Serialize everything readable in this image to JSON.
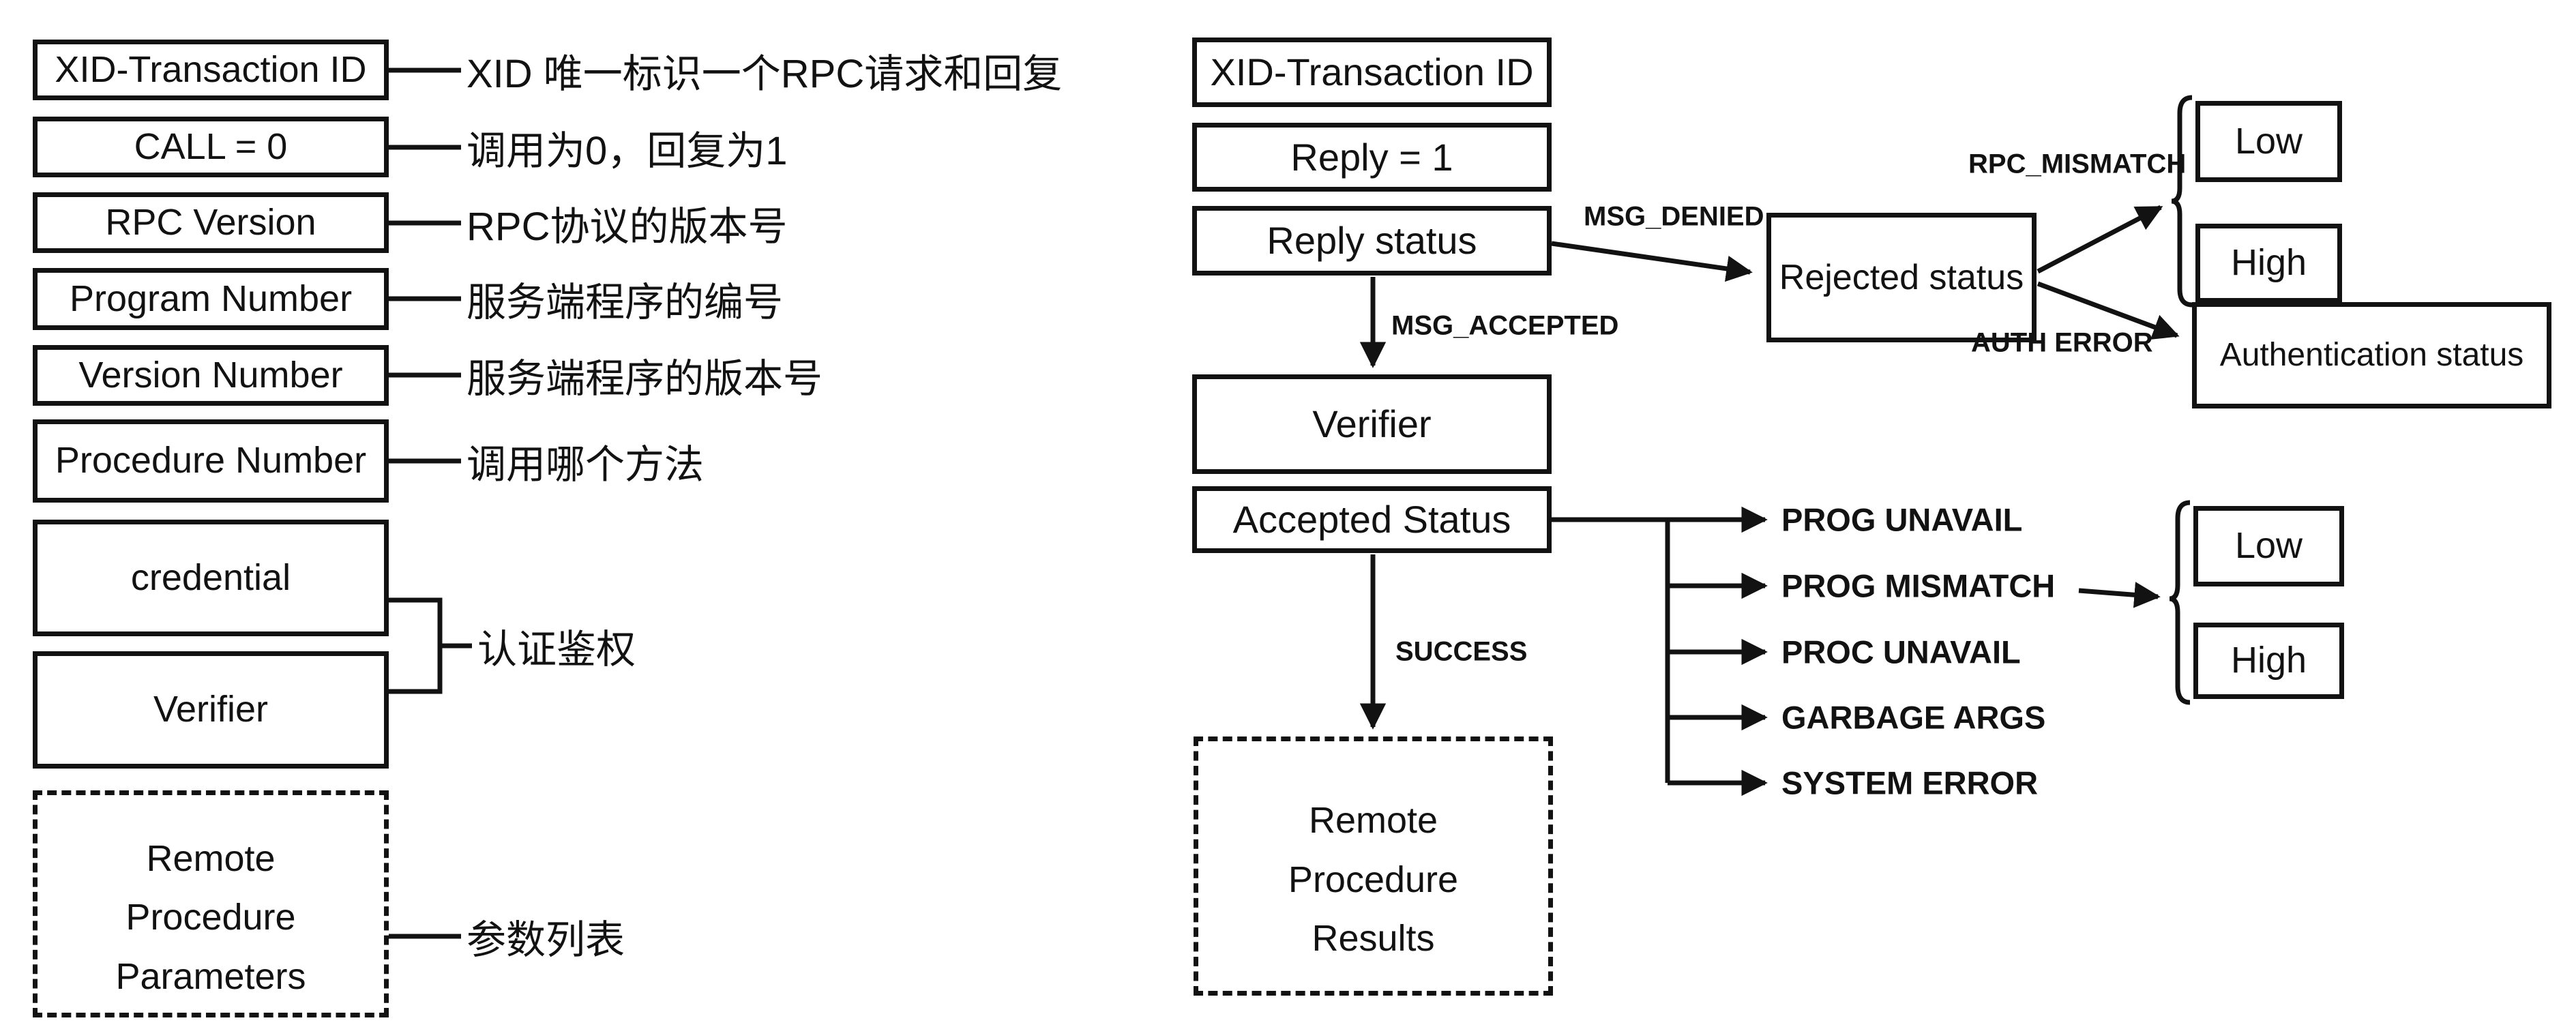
{
  "colors": {
    "ink": "#121212",
    "background": "#ffffff"
  },
  "left_panel": {
    "fields": [
      {
        "label": "XID-Transaction ID",
        "annotation": "XID 唯一标识一个RPC请求和回复"
      },
      {
        "label": "CALL = 0",
        "annotation": "调用为0，回复为1"
      },
      {
        "label": "RPC Version",
        "annotation": "RPC协议的版本号"
      },
      {
        "label": "Program Number",
        "annotation": "服务端程序的编号"
      },
      {
        "label": "Version Number",
        "annotation": "服务端程序的版本号"
      },
      {
        "label": "Procedure Number",
        "annotation": "调用哪个方法"
      },
      {
        "label": "credential"
      },
      {
        "label": "Verifier"
      },
      {
        "label": "Remote Procedure Parameters",
        "annotation": "参数列表"
      }
    ],
    "auth_group_annotation": "认证鉴权"
  },
  "right_panel": {
    "fields": [
      {
        "label": "XID-Transaction ID"
      },
      {
        "label": "Reply = 1"
      },
      {
        "label": "Reply status"
      },
      {
        "label": "Verifier"
      },
      {
        "label": "Accepted Status"
      },
      {
        "label": "Remote Procedure Results"
      }
    ],
    "labels": {
      "msg_denied": "MSG_DENIED",
      "msg_accepted": "MSG_ACCEPTED",
      "rpc_mismatch": "RPC_MISMATCH",
      "auth_error": "AUTH ERROR",
      "success": "SUCCESS"
    },
    "rejected_box": "Rejected status",
    "auth_status_box": "Authentication status",
    "mismatch_targets": {
      "low": "Low",
      "high": "High"
    },
    "outcomes": [
      "PROG UNAVAIL",
      "PROG MISMATCH",
      "PROC UNAVAIL",
      "GARBAGE ARGS",
      "SYSTEM ERROR"
    ]
  }
}
